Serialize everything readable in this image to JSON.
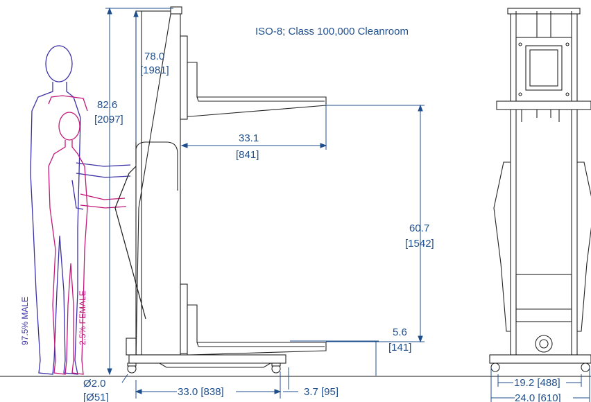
{
  "cleanroom_note": "ISO-8; Class 100,000 Cleanroom",
  "dimensions": {
    "overall_height": {
      "in": "82.6",
      "mm": "[2097]"
    },
    "handle_height": {
      "in": "78.0",
      "mm": "[1981]"
    },
    "platform_reach": {
      "in": "33.1",
      "mm": "[841]"
    },
    "lift_travel": {
      "in": "60.7",
      "mm": "[1542]"
    },
    "low_platform_height": {
      "in": "5.6",
      "mm": "[141]"
    },
    "wheel_diameter": {
      "in": "Ø2.0",
      "mm": "[Ø51]"
    },
    "wheelbase": "33.0 [838]",
    "ground_clearance": "3.7 [95]",
    "inner_width": "19.2 [488]",
    "outer_width": "24.0 [610]"
  },
  "figures": {
    "male_label": "97.5% MALE",
    "female_label": "2.5% FEMALE"
  },
  "colors": {
    "dimension": "#1f4e8c",
    "male": "#3a2fa6",
    "female": "#c2187a",
    "linework": "#222222"
  }
}
